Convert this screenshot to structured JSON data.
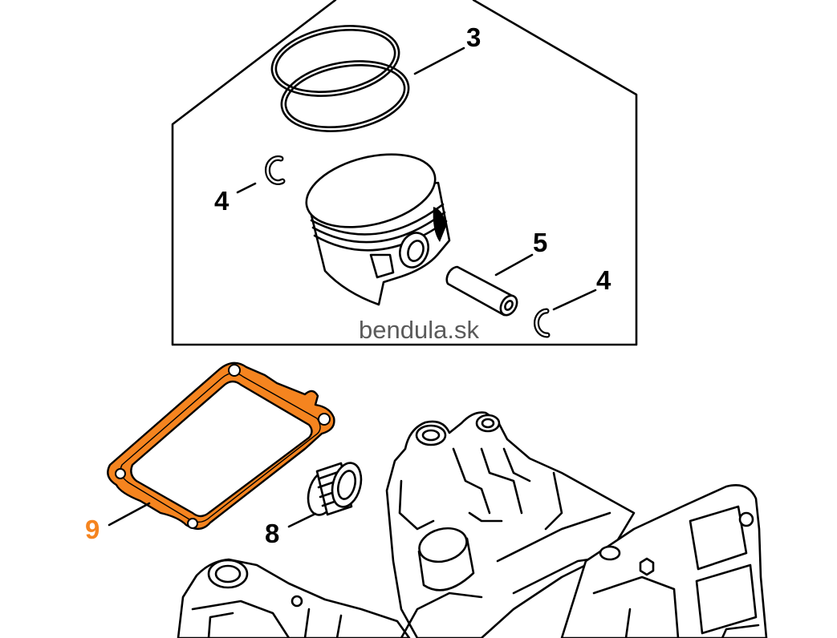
{
  "watermark": "bendula.sk",
  "callouts": {
    "rings": "3",
    "clip_left": "4",
    "pin": "5",
    "clip_right": "4",
    "bearing": "8",
    "gasket": "9"
  },
  "colors": {
    "highlight": "#f5841f",
    "line": "#000000",
    "watermark": "#5a5a5a"
  }
}
